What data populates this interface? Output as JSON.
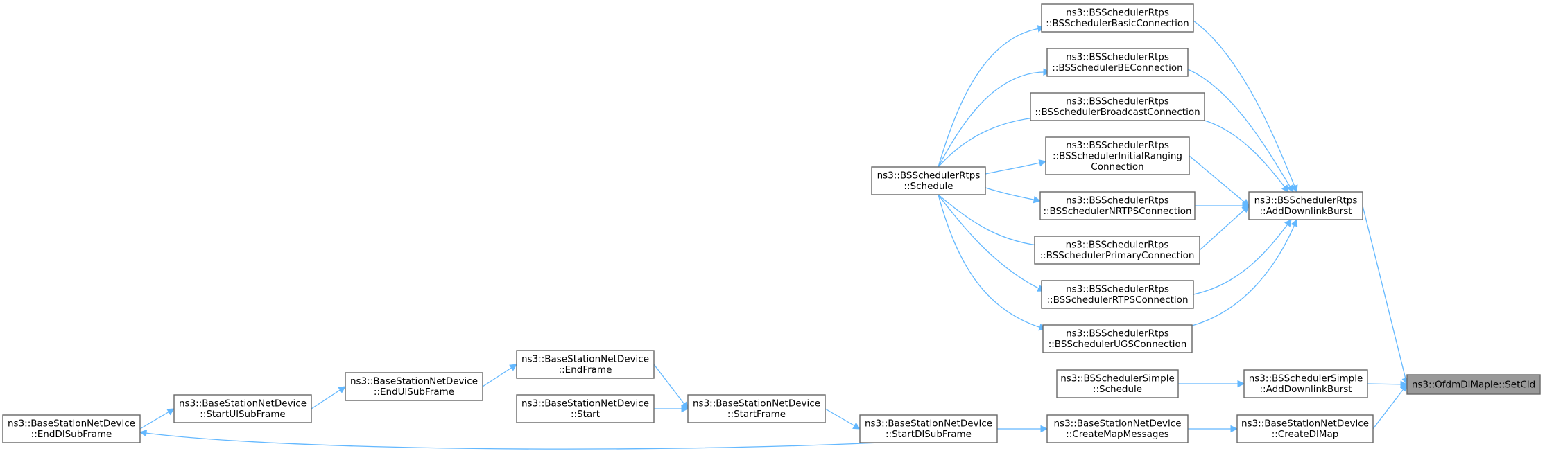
{
  "graph": {
    "nodes": [
      {
        "id": "setcid",
        "lines": [
          "ns3::OfdmDlMapIe::SetCid"
        ],
        "focus": true
      },
      {
        "id": "rtps_add",
        "lines": [
          "ns3::BSSchedulerRtps",
          "::AddDownlinkBurst"
        ]
      },
      {
        "id": "simple_add",
        "lines": [
          "ns3::BSSchedulerSimple",
          "::AddDownlinkBurst"
        ]
      },
      {
        "id": "createdlmap",
        "lines": [
          "ns3::BaseStationNetDevice",
          "::CreateDlMap"
        ]
      },
      {
        "id": "basic",
        "lines": [
          "ns3::BSSchedulerRtps",
          "::BSSchedulerBasicConnection"
        ]
      },
      {
        "id": "be",
        "lines": [
          "ns3::BSSchedulerRtps",
          "::BSSchedulerBEConnection"
        ]
      },
      {
        "id": "broadcast",
        "lines": [
          "ns3::BSSchedulerRtps",
          "::BSSchedulerBroadcastConnection"
        ]
      },
      {
        "id": "initranging",
        "lines": [
          "ns3::BSSchedulerRtps",
          "::BSSchedulerInitialRanging",
          "Connection"
        ]
      },
      {
        "id": "nrtps",
        "lines": [
          "ns3::BSSchedulerRtps",
          "::BSSchedulerNRTPSConnection"
        ]
      },
      {
        "id": "primary",
        "lines": [
          "ns3::BSSchedulerRtps",
          "::BSSchedulerPrimaryConnection"
        ]
      },
      {
        "id": "rtps",
        "lines": [
          "ns3::BSSchedulerRtps",
          "::BSSchedulerRTPSConnection"
        ]
      },
      {
        "id": "ugs",
        "lines": [
          "ns3::BSSchedulerRtps",
          "::BSSchedulerUGSConnection"
        ]
      },
      {
        "id": "rtps_schedule",
        "lines": [
          "ns3::BSSchedulerRtps",
          "::Schedule"
        ]
      },
      {
        "id": "simple_schedule",
        "lines": [
          "ns3::BSSchedulerSimple",
          "::Schedule"
        ]
      },
      {
        "id": "createmap",
        "lines": [
          "ns3::BaseStationNetDevice",
          "::CreateMapMessages"
        ]
      },
      {
        "id": "startdl",
        "lines": [
          "ns3::BaseStationNetDevice",
          "::StartDlSubFrame"
        ]
      },
      {
        "id": "startframe",
        "lines": [
          "ns3::BaseStationNetDevice",
          "::StartFrame"
        ]
      },
      {
        "id": "endframe",
        "lines": [
          "ns3::BaseStationNetDevice",
          "::EndFrame"
        ]
      },
      {
        "id": "start",
        "lines": [
          "ns3::BaseStationNetDevice",
          "::Start"
        ]
      },
      {
        "id": "endul",
        "lines": [
          "ns3::BaseStationNetDevice",
          "::EndUlSubFrame"
        ]
      },
      {
        "id": "startul",
        "lines": [
          "ns3::BaseStationNetDevice",
          "::StartUlSubFrame"
        ]
      },
      {
        "id": "enddl",
        "lines": [
          "ns3::BaseStationNetDevice",
          "::EndDlSubFrame"
        ]
      }
    ],
    "edges": [
      {
        "from": "rtps_add",
        "to": "setcid"
      },
      {
        "from": "simple_add",
        "to": "setcid"
      },
      {
        "from": "createdlmap",
        "to": "setcid"
      },
      {
        "from": "basic",
        "to": "rtps_add"
      },
      {
        "from": "be",
        "to": "rtps_add"
      },
      {
        "from": "broadcast",
        "to": "rtps_add"
      },
      {
        "from": "initranging",
        "to": "rtps_add"
      },
      {
        "from": "nrtps",
        "to": "rtps_add"
      },
      {
        "from": "primary",
        "to": "rtps_add"
      },
      {
        "from": "rtps",
        "to": "rtps_add"
      },
      {
        "from": "ugs",
        "to": "rtps_add"
      },
      {
        "from": "rtps_schedule",
        "to": "basic"
      },
      {
        "from": "rtps_schedule",
        "to": "be"
      },
      {
        "from": "rtps_schedule",
        "to": "broadcast"
      },
      {
        "from": "rtps_schedule",
        "to": "initranging"
      },
      {
        "from": "rtps_schedule",
        "to": "nrtps"
      },
      {
        "from": "rtps_schedule",
        "to": "primary"
      },
      {
        "from": "rtps_schedule",
        "to": "rtps"
      },
      {
        "from": "rtps_schedule",
        "to": "ugs"
      },
      {
        "from": "simple_schedule",
        "to": "simple_add"
      },
      {
        "from": "createmap",
        "to": "createdlmap"
      },
      {
        "from": "startdl",
        "to": "createmap"
      },
      {
        "from": "startframe",
        "to": "startdl"
      },
      {
        "from": "endframe",
        "to": "startframe"
      },
      {
        "from": "start",
        "to": "startframe"
      },
      {
        "from": "endul",
        "to": "endframe"
      },
      {
        "from": "startul",
        "to": "endul"
      },
      {
        "from": "enddl",
        "to": "startul"
      },
      {
        "from": "startdl",
        "to": "enddl"
      }
    ]
  }
}
